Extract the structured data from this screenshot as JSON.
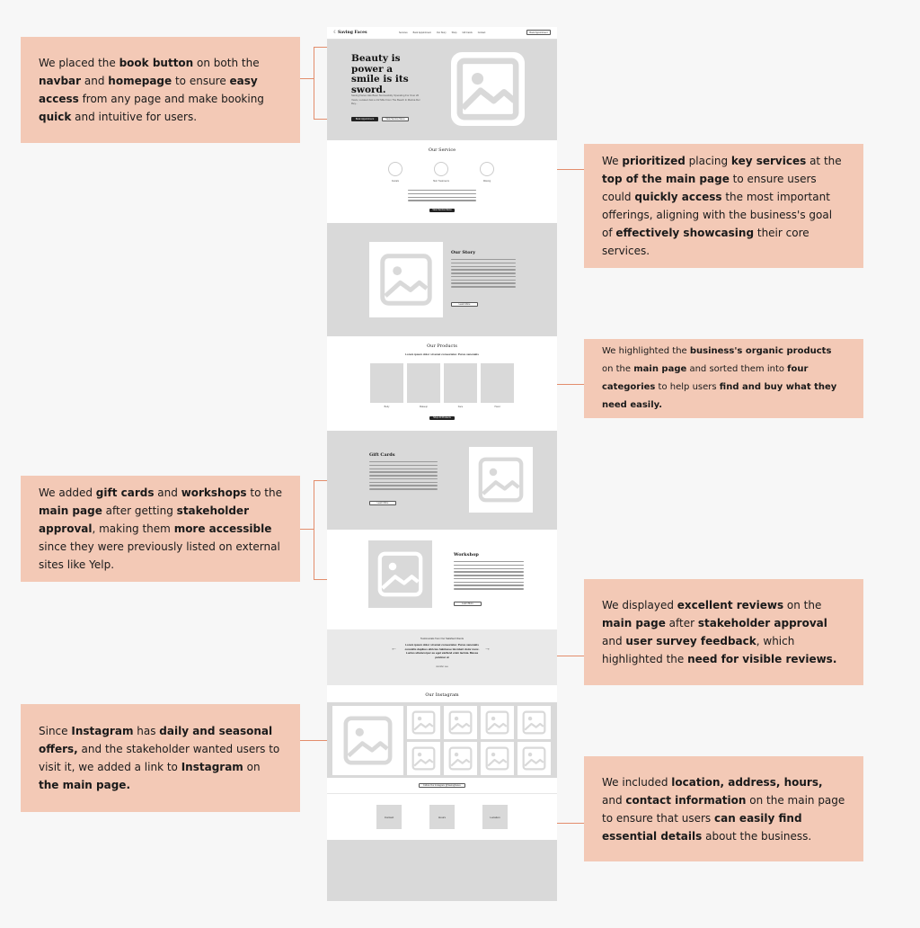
{
  "wireframe": {
    "nav": {
      "logo": "Saving Faces",
      "links": [
        "Services",
        "Book Appointment",
        "Our Story",
        "Shop",
        "Gift Cards",
        "Contact"
      ],
      "book_button": "Book Appointment"
    },
    "hero": {
      "headline": "Beauty is power a smile is its sword.",
      "body": "Saving Faces Has Been Successfully Operating For Over 20 Years, Located Just a 1/2 Mile From The Beach In Marina Del Rey...",
      "primary_button": "Book Appointment",
      "secondary_button": "View Service Menu"
    },
    "services": {
      "title": "Our Service",
      "items": [
        "Facials",
        "Skin Treatments",
        "Waxing"
      ],
      "button": "View Service Menu"
    },
    "story": {
      "title": "Our Story",
      "button": "Learn More"
    },
    "products": {
      "title": "Our Products",
      "subtitle": "Lorem ipsum dolor sit amet consectetur. Purus venenatis",
      "items": [
        "Body",
        "Makeup",
        "Face",
        "Hand"
      ],
      "button": "Shop All Products"
    },
    "gift_cards": {
      "title": "Gift Cards",
      "button": "Learn More"
    },
    "workshop": {
      "title": "Workshop",
      "button": "Learn More"
    },
    "testimonials": {
      "heading": "Testimonials from Our Satisfied Clients",
      "quote": "Lorem ipsum dolor sit amet consectetur. Purus venenatis convallis dapibus ultricies habitasse tincidunt dolor nunc. Luctus ullamcorper eu eget eleifend enim lacinia. Massa pulvinar ut",
      "author": "Jennifer Lee",
      "prev_arrow": "←",
      "next_arrow": "→"
    },
    "instagram": {
      "title": "Our Instagram",
      "button": "Follow Our Instagram @SavingFaces"
    },
    "contact": {
      "items": [
        "Contact",
        "Hours",
        "Location"
      ]
    }
  },
  "notes": [
    [
      {
        "t": "We placed the "
      },
      {
        "t": "book button",
        "b": true
      },
      {
        "t": " on both the "
      },
      {
        "t": "navbar",
        "b": true
      },
      {
        "t": " and "
      },
      {
        "t": "homepage",
        "b": true
      },
      {
        "t": " to ensure "
      },
      {
        "t": "easy access",
        "b": true
      },
      {
        "t": " from any page and make booking "
      },
      {
        "t": "quick",
        "b": true
      },
      {
        "t": " and intuitive for users."
      }
    ],
    [
      {
        "t": "We "
      },
      {
        "t": "prioritized",
        "b": true
      },
      {
        "t": " placing "
      },
      {
        "t": "key services",
        "b": true
      },
      {
        "t": " at the "
      },
      {
        "t": "top of the main page",
        "b": true
      },
      {
        "t": " to ensure users could "
      },
      {
        "t": "quickly access",
        "b": true
      },
      {
        "t": " the most important offerings, aligning with the business's goal of "
      },
      {
        "t": "effectively showcasing",
        "b": true
      },
      {
        "t": " their core services."
      }
    ],
    [
      {
        "t": "We highlighted the "
      },
      {
        "t": "business's organic products",
        "b": true
      },
      {
        "t": " on the "
      },
      {
        "t": "main page",
        "b": true
      },
      {
        "t": " and sorted them into "
      },
      {
        "t": "four categories",
        "b": true
      },
      {
        "t": " to help users "
      },
      {
        "t": "find and buy what they need easily.",
        "b": true
      }
    ],
    [
      {
        "t": "We added "
      },
      {
        "t": "gift cards",
        "b": true
      },
      {
        "t": " and "
      },
      {
        "t": "workshops",
        "b": true
      },
      {
        "t": " to the "
      },
      {
        "t": "main page",
        "b": true
      },
      {
        "t": " after getting "
      },
      {
        "t": "stakeholder approval",
        "b": true
      },
      {
        "t": ", making them "
      },
      {
        "t": "more accessible",
        "b": true
      },
      {
        "t": " since they were previously listed on external sites like Yelp."
      }
    ],
    [
      {
        "t": "We displayed "
      },
      {
        "t": "excellent reviews",
        "b": true
      },
      {
        "t": " on the "
      },
      {
        "t": "main page",
        "b": true
      },
      {
        "t": " after "
      },
      {
        "t": "stakeholder approval",
        "b": true
      },
      {
        "t": " and "
      },
      {
        "t": "user survey feedback",
        "b": true
      },
      {
        "t": ", which highlighted the "
      },
      {
        "t": "need for visible reviews.",
        "b": true
      }
    ],
    [
      {
        "t": "Since "
      },
      {
        "t": "Instagram",
        "b": true
      },
      {
        "t": " has "
      },
      {
        "t": "daily and seasonal offers,",
        "b": true
      },
      {
        "t": " and the stakeholder wanted users to visit it, we added a link to "
      },
      {
        "t": "Instagram",
        "b": true
      },
      {
        "t": " on "
      },
      {
        "t": "the main page.",
        "b": true
      }
    ],
    [
      {
        "t": "We included "
      },
      {
        "t": "location, address, hours,",
        "b": true
      },
      {
        "t": " and "
      },
      {
        "t": "contact information",
        "b": true
      },
      {
        "t": " on the main page to ensure that users "
      },
      {
        "t": "can easily find essential details",
        "b": true
      },
      {
        "t": " about the business."
      }
    ]
  ]
}
